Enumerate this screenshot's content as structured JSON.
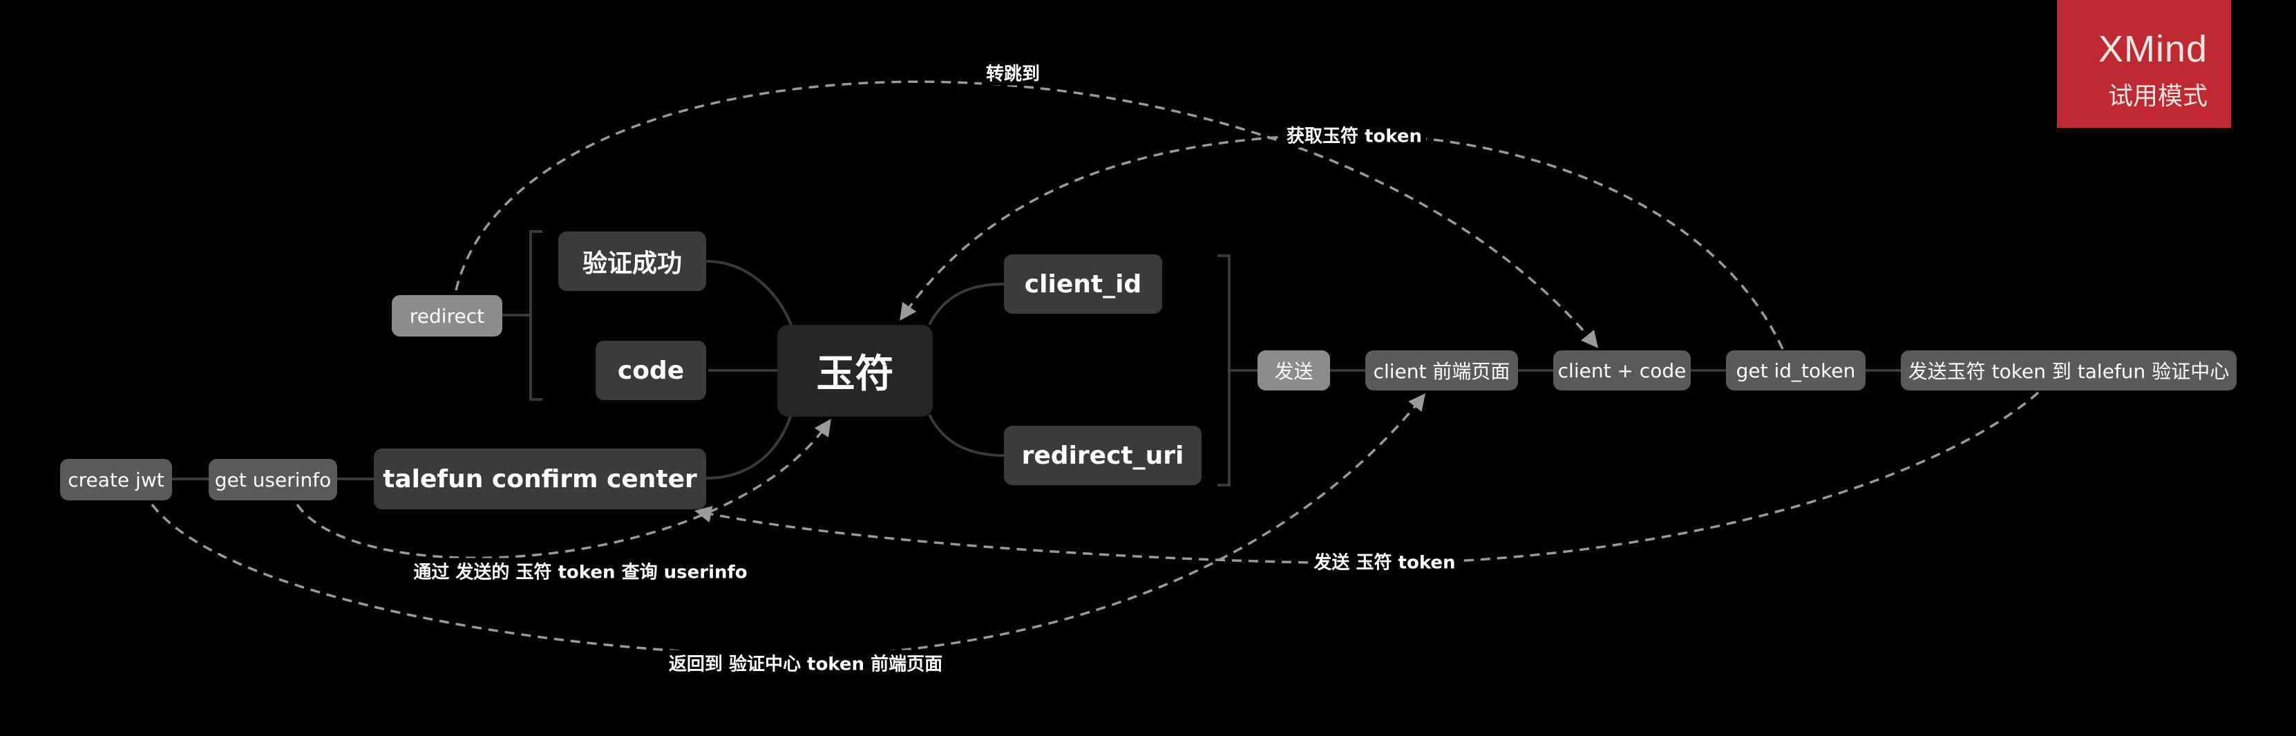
{
  "central_topic": "玉符",
  "left_topics": {
    "success": "验证成功",
    "code": "code",
    "confirm_center": "talefun confirm center",
    "redirect": "redirect",
    "get_userinfo": "get userinfo",
    "create_jwt": "create jwt"
  },
  "right_topics": {
    "client_id": "client_id",
    "redirect_uri": "redirect_uri",
    "send": "发送",
    "client_frontend": "client 前端页面",
    "client_code": "client + code",
    "get_id_token": "get id_token",
    "send_token_center": "发送玉符 token 到 talefun 验证中心"
  },
  "relationships": {
    "jump_to": "转跳到",
    "get_token": "获取玉符 token",
    "query_userinfo": "通过 发送的 玉符 token 查询 userinfo",
    "send_token": "发送 玉符 token",
    "return_to": "返回到 验证中心 token 前端页面"
  },
  "watermark": {
    "brand": "XMind",
    "mode": "试用模式"
  },
  "colors": {
    "background": "#000000",
    "central_fill": "#262626",
    "main_fill": "#3b3b3b",
    "sub_fill": "#5a5a5a",
    "light_fill": "#8c8c8c",
    "line": "#3a3a3a",
    "relation_line": "#9a9a9a",
    "badge": "#c0292f"
  }
}
